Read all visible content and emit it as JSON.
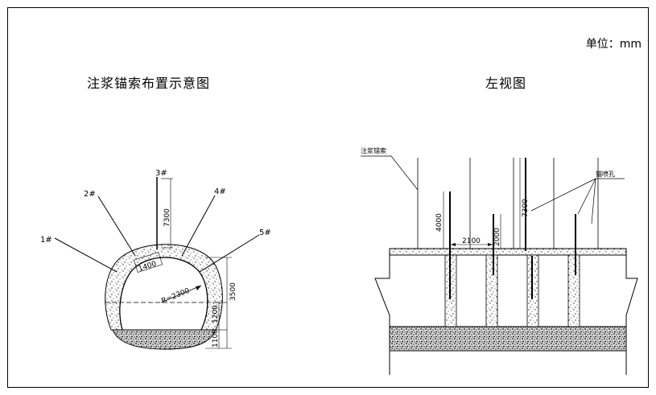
{
  "unit_label": "单位：mm",
  "left_view": {
    "title": "注浆锚索布置示意图",
    "anchor_labels": [
      "1#",
      "2#",
      "3#",
      "4#",
      "5#"
    ],
    "dimensions": {
      "anchor_length": "7300",
      "spacing": "1400",
      "radius": "R=2300",
      "height_total": "3500",
      "height_mid": "1200",
      "height_base": "1100"
    }
  },
  "right_view": {
    "title": "左视图",
    "labels": {
      "anchor_cable": "注浆锚索",
      "grout_hole": "锚喷孔"
    },
    "dimensions": {
      "long_length": "7300",
      "depth_left": "4000",
      "depth_mid": "2000",
      "spacing": "2100"
    }
  }
}
